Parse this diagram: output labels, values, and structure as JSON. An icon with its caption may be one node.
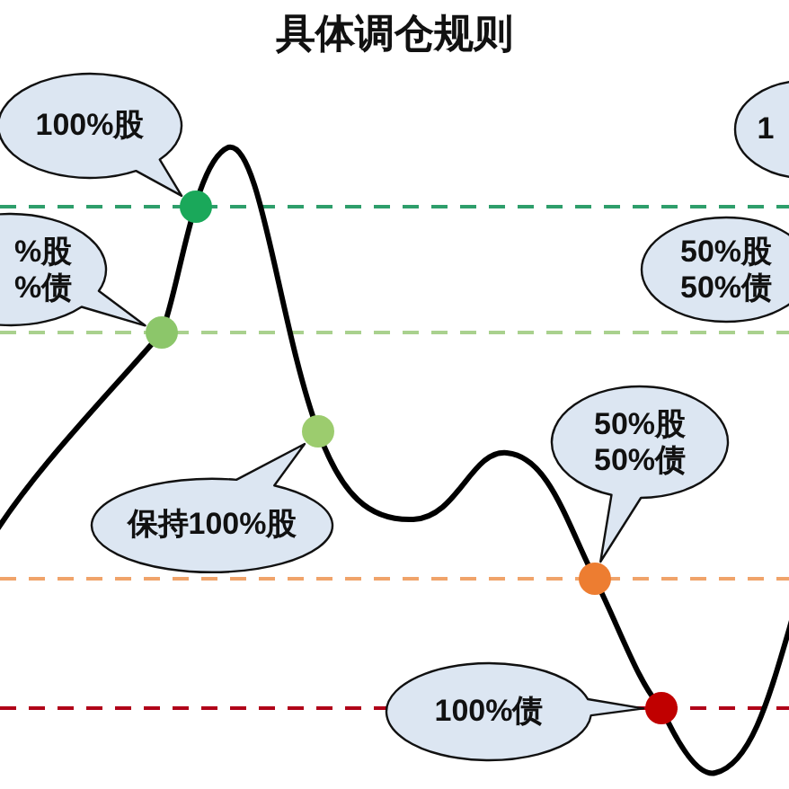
{
  "diagram": {
    "title": "具体调仓规则",
    "nodes": [
      {
        "text": [
          "100%股"
        ]
      },
      {
        "text": [
          "1"
        ]
      },
      {
        "text": [],
        "shape": "circle"
      },
      {
        "text": [
          "%股 %债"
        ]
      },
      {
        "text": [
          "50%股 50%债"
        ]
      },
      {
        "text": [],
        "shape": "circle"
      },
      {
        "text": [],
        "shape": "circle"
      },
      {
        "text": [
          "50%股 50%债"
        ]
      },
      {
        "text": [
          "保持100%股"
        ]
      },
      {
        "text": [],
        "shape": "circle"
      },
      {
        "text": [
          "100%债"
        ]
      },
      {
        "text": [],
        "shape": "circle"
      }
    ]
  }
}
